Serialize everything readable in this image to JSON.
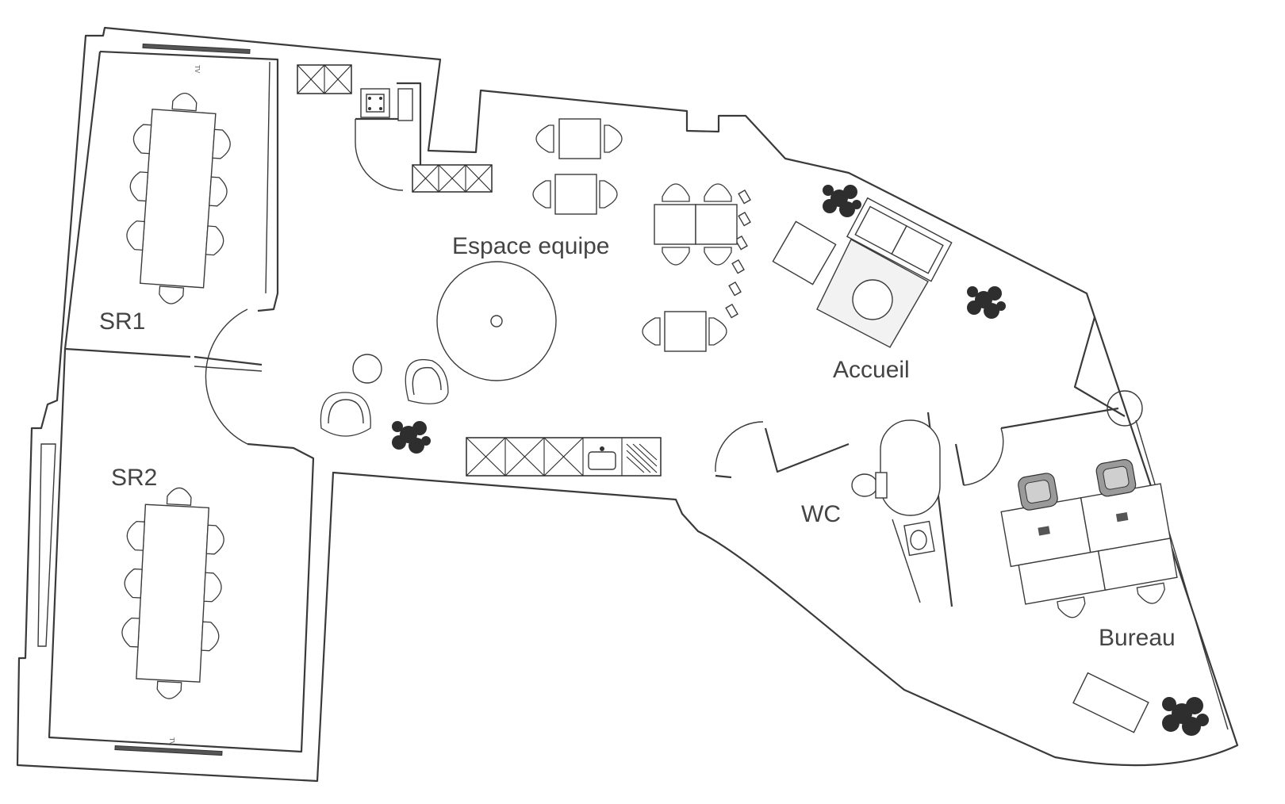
{
  "rooms": {
    "sr1": "SR1",
    "sr2": "SR2",
    "espace": "Espace equipe",
    "accueil": "Accueil",
    "wc": "WC",
    "bureau": "Bureau"
  },
  "tv_marks": {
    "sr1": "TV",
    "sr2": "TV"
  },
  "colors": {
    "line": "#3a3a3a",
    "label": "#444444",
    "background": "#ffffff"
  }
}
